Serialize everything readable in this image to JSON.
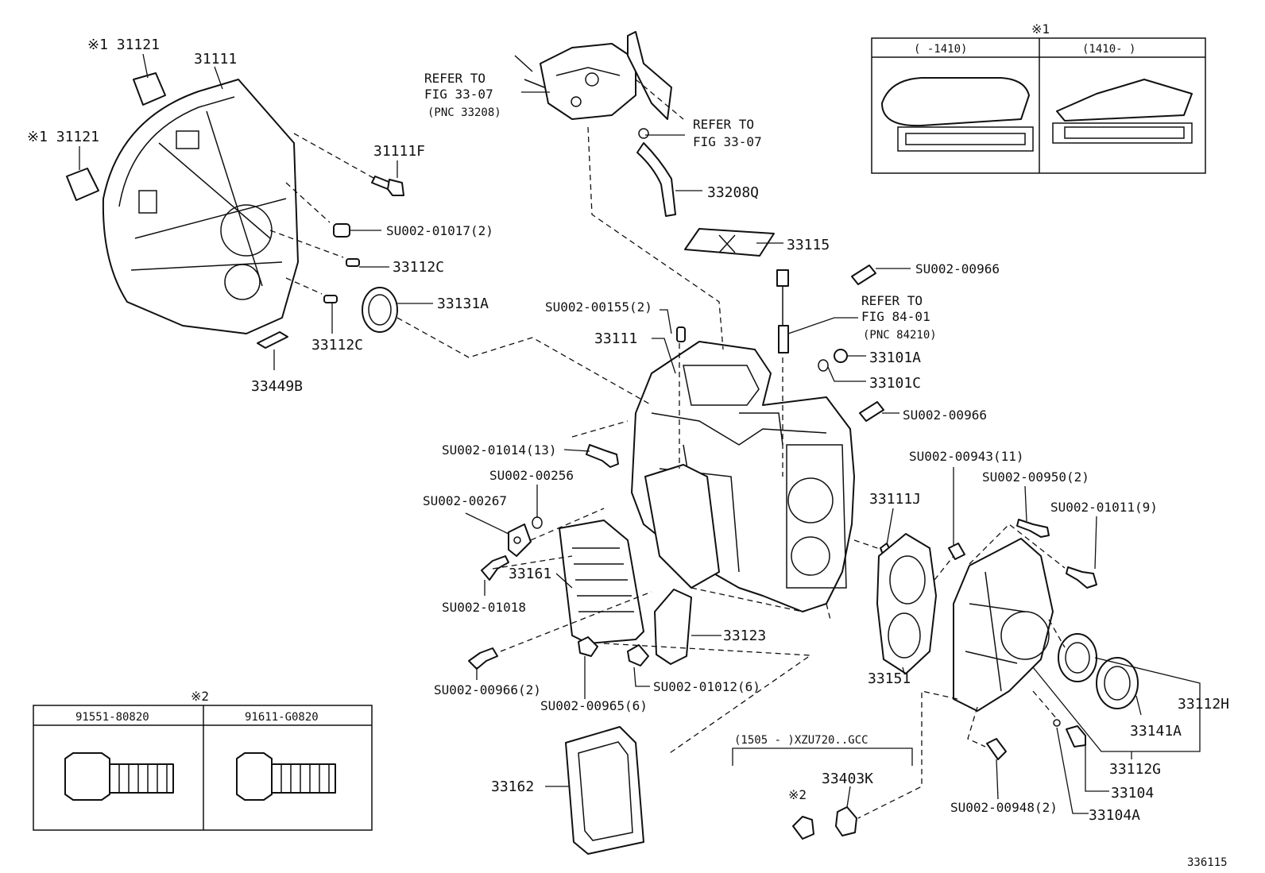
{
  "labels": {
    "l31121a": "※1 31121",
    "l31111a": "31111",
    "l31121b": "※1 31121",
    "l31111f": "31111F",
    "lsu01017": "SU002-01017(2)",
    "l33112c1": "33112C",
    "l33131a": "33131A",
    "l33112c2": "33112C",
    "l33449b": "33449B",
    "ref1a": "REFER TO",
    "ref1b": "FIG 33-07",
    "ref1c": "(PNC 33208)",
    "ref2a": "REFER TO",
    "ref2b": "FIG 33-07",
    "l33208q": "33208Q",
    "l33115": "33115",
    "lsu00966a": "SU002-00966",
    "ref3a": "REFER TO",
    "ref3b": "FIG 84-01",
    "ref3c": "(PNC 84210)",
    "lsu00155": "SU002-00155(2)",
    "l31111b": "33111",
    "l33101a": "33101A",
    "l33101c": "33101C",
    "lsu00966b": "SU002-00966",
    "lsu01014": "SU002-01014(13)",
    "lsu00256": "SU002-00256",
    "lsu00267": "SU002-00267",
    "lsu00943": "SU002-00943(11)",
    "lsu00950": "SU002-00950(2)",
    "lsu01011": "SU002-01011(9)",
    "l33111j": "33111J",
    "l33161": "33161",
    "lsu01018": "SU002-01018",
    "l33123": "33123",
    "lsu00966c": "SU002-00966(2)",
    "lsu00965": "SU002-00965(6)",
    "lsu01012": "SU002-01012(6)",
    "l33151": "33151",
    "l33112h": "33112H",
    "l33141a": "33141A",
    "l33112g": "33112G",
    "l33104": "33104",
    "l33104a": "33104A",
    "lsu00948": "SU002-00948(2)",
    "l33162": "33162",
    "l33403k": "33403K",
    "lx2": "※2",
    "range": "(1505 -      )XZU720..GCC",
    "figno": "336115"
  },
  "inset1": {
    "mark": "※1",
    "col1": "(      -1410)",
    "col2": "(1410-       )"
  },
  "inset2": {
    "mark": "※2",
    "col1": "91551-80820",
    "col2": "91611-G0820"
  }
}
